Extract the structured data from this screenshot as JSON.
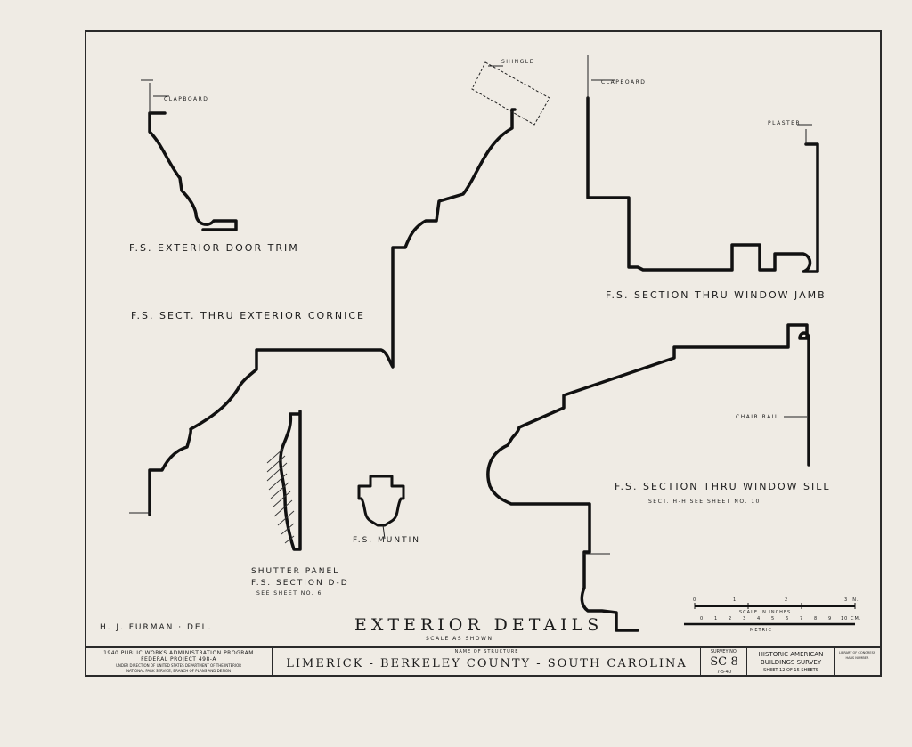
{
  "labels": {
    "clapboard_left": "CLAPBOARD",
    "shingle": "SHINGLE",
    "clapboard_right": "CLAPBOARD",
    "plaster": "PLASTER",
    "door_trim": "F.S. EXTERIOR DOOR TRIM",
    "cornice": "F.S. SECT. THRU EXTERIOR CORNICE",
    "window_jamb": "F.S. SECTION THRU WINDOW JAMB",
    "chair_rail": "CHAIR RAIL",
    "window_sill": "F.S. SECTION THRU WINDOW SILL",
    "sill_ref": "SECT. H-H SEE SHEET NO. 10",
    "muntin": "F.S. MUNTIN",
    "shutter_1": "SHUTTER PANEL",
    "shutter_2": "F.S. SECTION D-D",
    "shutter_3": "SEE SHEET NO. 6",
    "delineator": "H. J. FURMAN · DEL."
  },
  "sheet_title": "EXTERIOR DETAILS",
  "scale_note": "SCALE AS SHOWN",
  "scale_bar": {
    "inches_ticks": [
      "0",
      "1",
      "2",
      "3 IN."
    ],
    "inches_label": "SCALE IN INCHES",
    "metric_ticks": [
      "0",
      "1",
      "2",
      "3",
      "4",
      "5",
      "6",
      "7",
      "8",
      "9",
      "10 CM."
    ],
    "metric_label": "METRIC"
  },
  "title_block": {
    "program_1": "1940 PUBLIC WORKS ADMINISTRATION PROGRAM",
    "program_2": "FEDERAL PROJECT 498-A",
    "program_3": "UNDER DIRECTION OF UNITED STATES DEPARTMENT OF THE INTERIOR",
    "program_4": "NATIONAL PARK SERVICE, BRANCH OF PLANS AND DESIGN",
    "structure_caption": "NAME OF STRUCTURE",
    "structure_name": "LIMERICK - BERKELEY COUNTY - SOUTH CAROLINA",
    "survey_caption": "SURVEY NO.",
    "survey_no": "SC-8",
    "survey_date": "7-5-40",
    "habs_1": "HISTORIC AMERICAN",
    "habs_2": "BUILDINGS SURVEY",
    "sheet_info": "SHEET 12 OF 15 SHEETS",
    "loc_1": "LIBRARY OF CONGRESS",
    "loc_2": "HABS NUMBER"
  }
}
